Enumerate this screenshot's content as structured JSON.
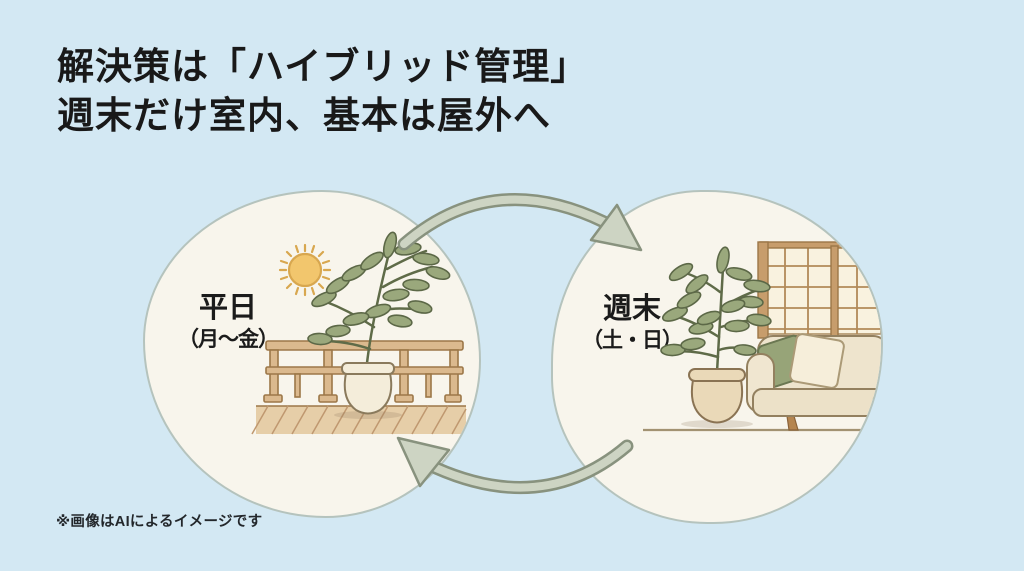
{
  "title": {
    "line1": "解決策は「ハイブリッド管理」",
    "line2": "週末だけ室内、基本は屋外へ"
  },
  "cycle": {
    "weekday": {
      "label": "平日",
      "period": "（月～金）",
      "scene": "outdoor-balcony: sun, potted plant, wooden railing, wood deck"
    },
    "weekend": {
      "label": "週末",
      "period": "（土・日）",
      "scene": "indoor-living-room: potted plant, shoji window, sofa with cushions"
    },
    "arrows": [
      "weekday-to-weekend",
      "weekend-to-weekday"
    ]
  },
  "footnote": "※画像はAIによるイメージです",
  "colors": {
    "background": "#d3e8f3",
    "bubble_fill": "#f8f5ec",
    "bubble_border": "#b5c3bd",
    "arrow_fill": "#cdd4c3",
    "arrow_outline": "#88927e",
    "text": "#191919",
    "leaf_green": "#9aa87c",
    "wood": "#d9b98e",
    "sun_yellow": "#f2c66d"
  }
}
